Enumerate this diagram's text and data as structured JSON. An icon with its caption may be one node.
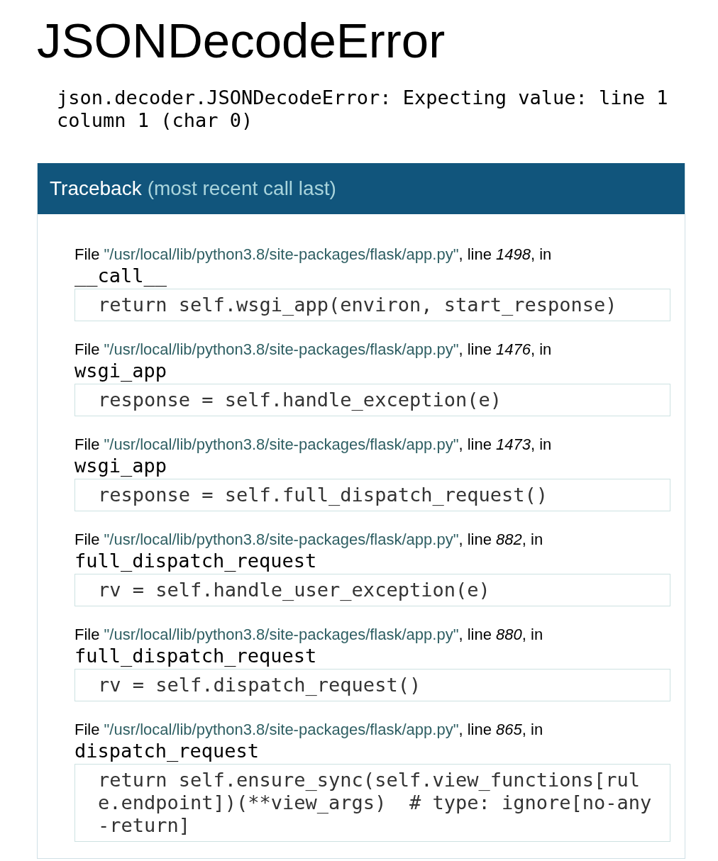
{
  "diagram": {
    "title": "JSONDecodeError",
    "labels": [
      "json.decoder.JSONDecodeError: Expecting value: line 1 column 1 (char 0)"
    ],
    "nodes": [
      {
        "text": [
          "Traceback",
          "(most recent call last)"
        ]
      },
      {
        "text": [
          "return self.wsgi_app(environ, start_response)"
        ],
        "in": 0,
        "beside": [
          "File \"/usr/local/lib/python3.8/site-packages/flask/app.py\", line *1498*, in",
          "__call__"
        ]
      },
      {
        "text": [
          "response = self.handle_exception(e)"
        ],
        "in": 0,
        "beside": [
          "File \"/usr/local/lib/python3.8/site-packages/flask/app.py\", line *1476*, in",
          "wsgi_app"
        ]
      },
      {
        "text": [
          "response = self.full_dispatch_request()"
        ],
        "in": 0,
        "beside": [
          "File \"/usr/local/lib/python3.8/site-packages/flask/app.py\", line *1473*, in",
          "wsgi_app"
        ]
      },
      {
        "text": [
          "rv = self.handle_user_exception(e)"
        ],
        "in": 0,
        "beside": [
          "File \"/usr/local/lib/python3.8/site-packages/flask/app.py\", line *882*, in",
          "full_dispatch_request"
        ]
      },
      {
        "text": [
          "rv = self.dispatch_request()"
        ],
        "in": 0,
        "beside": [
          "File \"/usr/local/lib/python3.8/site-packages/flask/app.py\", line *880*, in",
          "full_dispatch_request"
        ]
      },
      {
        "text": [
          "return self.ensure_sync(self.view_functions[rule.endpoint])(**view_args)  # type: ignore[no-any-return]"
        ],
        "in": 0,
        "beside": [
          "File \"/usr/local/lib/python3.8/site-packages/flask/app.py\", line *865*, in",
          "dispatch_request"
        ]
      }
    ]
  }
}
